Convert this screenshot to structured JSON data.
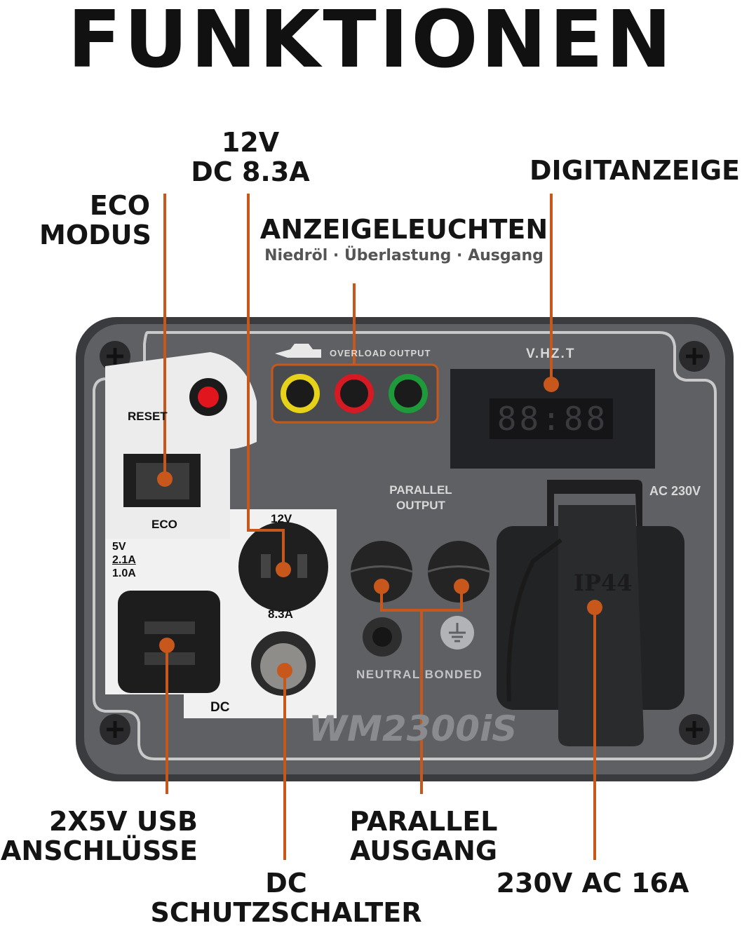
{
  "title": "FUNKTIONEN",
  "callouts": {
    "eco": [
      "ECO",
      "MODUS"
    ],
    "dc12v": [
      "12V",
      "DC 8.3A"
    ],
    "indicators": "ANZEIGELEUCHTEN",
    "indicators_sub": "Niedröl · Überlastung · Ausgang",
    "display": "DIGITANZEIGE",
    "usb": [
      "2X5V USB",
      "ANSCHLÜSSE"
    ],
    "dc_breaker": [
      "DC",
      "SCHUTZSCHALTER"
    ],
    "parallel": [
      "PARALLEL",
      "AUSGANG"
    ],
    "ac": "230V AC 16A"
  },
  "panel": {
    "reset": "RESET",
    "eco": "ECO",
    "overload": "OVERLOAD",
    "output": "OUTPUT",
    "vhzt": "V.HZ.T",
    "display_value": "88:88",
    "parallel_output": [
      "PARALLEL",
      "OUTPUT"
    ],
    "ac230v": "AC 230V",
    "v12": "12V",
    "a83": "8.3A",
    "usb_spec": [
      "5V",
      "2.1A",
      "1.0A"
    ],
    "dc": "DC",
    "neutral_bonded": "NEUTRAL BONDED",
    "model": "WM2300iS",
    "ip44": "IP44"
  },
  "colors": {
    "accent": "#c8571b",
    "panel": "#5e5f62",
    "frame": "#3b3b3e",
    "yellow": "#e7d21a",
    "red": "#d61a23",
    "green": "#1e9a3a"
  }
}
